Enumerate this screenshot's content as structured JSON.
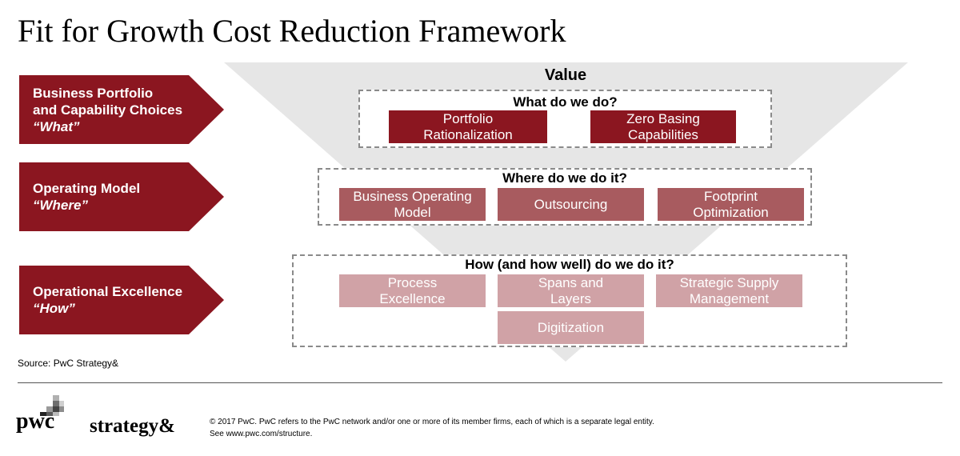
{
  "title": "Fit for Growth Cost Reduction Framework",
  "colors": {
    "dark": "#8b1620",
    "mid": "#a85b5f",
    "light": "#d0a2a6",
    "funnel": "#e6e6e6"
  },
  "chevrons": [
    {
      "lines": [
        "Business Portfolio",
        "and Capability Choices"
      ],
      "sub": "“What”"
    },
    {
      "lines": [
        "Operating Model"
      ],
      "sub": "“Where”"
    },
    {
      "lines": [
        "Operational Excellence"
      ],
      "sub": "“How”"
    }
  ],
  "funnel_label": "Value",
  "groups": [
    {
      "question": "What do we do?",
      "boxes": [
        [
          "Portfolio",
          "Rationalization"
        ],
        [
          "Zero Basing",
          "Capabilities"
        ]
      ]
    },
    {
      "question": "Where do we do it?",
      "boxes": [
        [
          "Business Operating",
          "Model"
        ],
        [
          "Outsourcing"
        ],
        [
          "Footprint",
          "Optimization"
        ]
      ]
    },
    {
      "question": "How (and how well) do we do it?",
      "boxes": [
        [
          "Process",
          "Excellence"
        ],
        [
          "Spans and",
          "Layers"
        ],
        [
          "Strategic Supply",
          "Management"
        ],
        [
          "Digitization"
        ]
      ]
    }
  ],
  "source": "Source: PwC Strategy&",
  "footer": {
    "pwc_logo": "pwc",
    "strategy_logo": "strategy&",
    "legal_line1": "© 2017 PwC. PwC refers to the PwC network and/or one or more of its member firms, each of which is a separate legal entity.",
    "legal_line2": "See www.pwc.com/structure."
  }
}
